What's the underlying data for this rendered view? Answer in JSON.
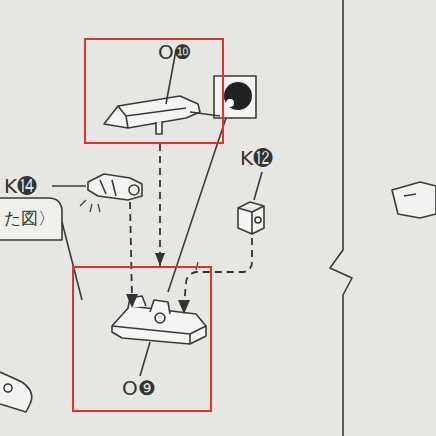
{
  "diagram": {
    "nodes": [
      {
        "text": [
          "O❿"
        ]
      },
      {
        "text": [
          "O❾"
        ]
      }
    ],
    "edges": [
      {
        "from": 0,
        "to": 1,
        "arrow": "to"
      }
    ],
    "labels": [
      "K⓮",
      "K⓬",
      "た図〉"
    ]
  }
}
